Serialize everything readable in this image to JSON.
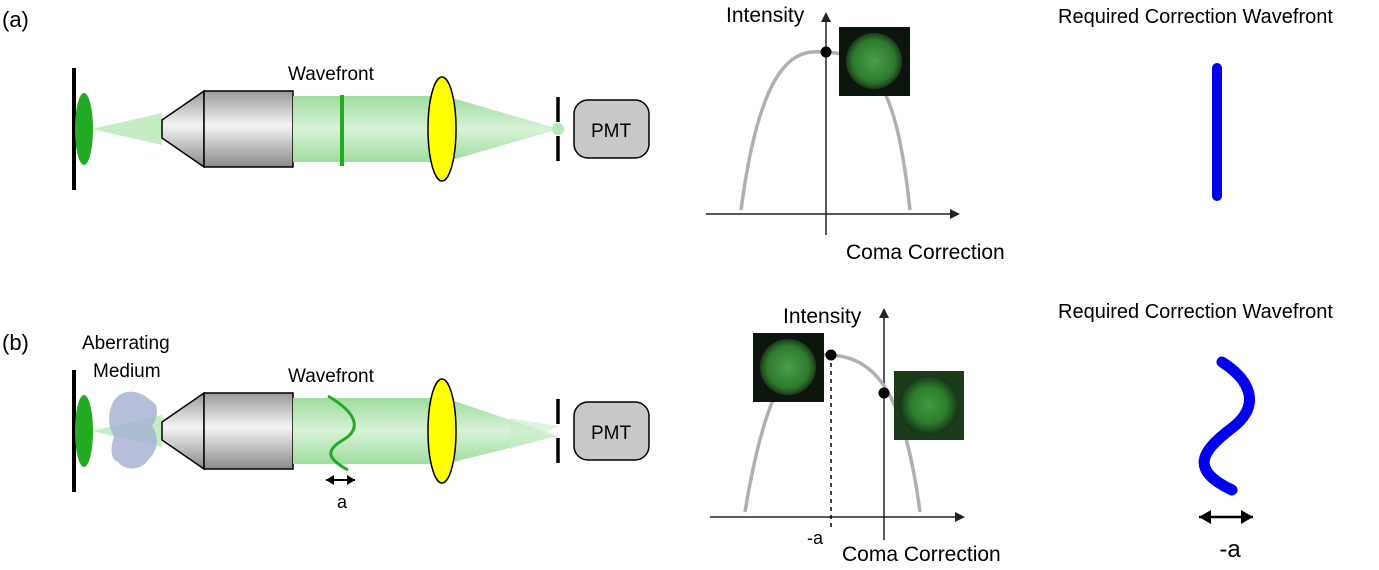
{
  "panel_a": {
    "label": "(a)",
    "wavefront_label": "Wavefront",
    "detector_label": "PMT",
    "plot": {
      "y_label": "Intensity",
      "x_label": "Coma Correction"
    },
    "correction_title": "Required Correction Wavefront"
  },
  "panel_b": {
    "label": "(b)",
    "medium_label_line1": "Aberrating",
    "medium_label_line2": "Medium",
    "wavefront_label": "Wavefront",
    "shift_label": "a",
    "detector_label": "PMT",
    "plot": {
      "y_label": "Intensity",
      "x_label": "Coma Correction",
      "offset_tick_label": "-a"
    },
    "correction_title": "Required Correction Wavefront",
    "correction_shift_label": "-a"
  },
  "colors": {
    "fluorescence_green": "#22aa22",
    "beam_green": "#b5e8b5",
    "lens_yellow": "#ffff00",
    "objective_gray": "#b4b4b4",
    "pmt_gray": "#c8c8c8",
    "curve_gray": "#b0b0b0",
    "correction_blue": "#0000ee",
    "medium_blue": "#a9b4d4"
  }
}
